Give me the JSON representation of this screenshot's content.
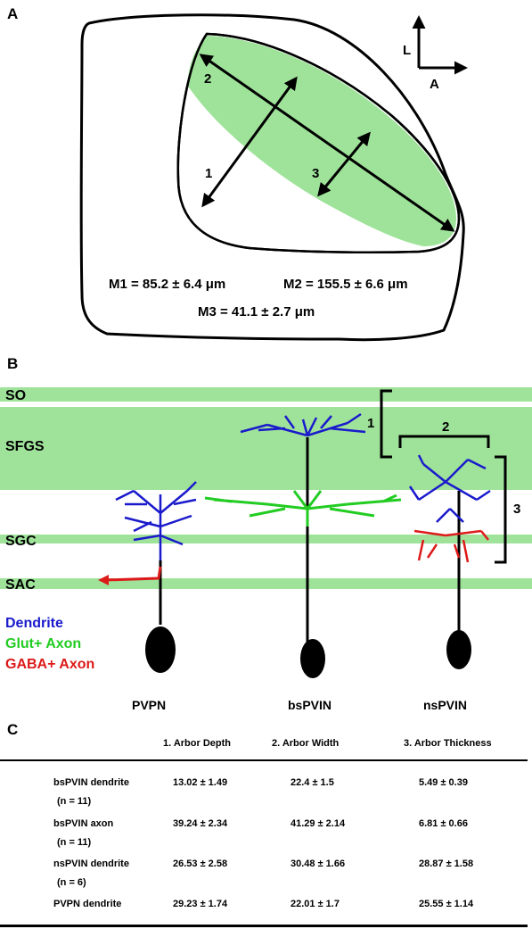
{
  "panels": {
    "a": "A",
    "b": "B",
    "c": "C"
  },
  "panel_a": {
    "orientation": {
      "lateral": "L",
      "anterior": "A"
    },
    "measure_labels": [
      "1",
      "2",
      "3"
    ],
    "m1": "M1 = 85.2 ± 6.4 μm",
    "m2": "M2 = 155.5 ± 6.6 μm",
    "m3": "M3 = 41.1 ± 2.7 μm",
    "colors": {
      "highlight": "#9fe39a",
      "outline": "#000000"
    }
  },
  "panel_b": {
    "layers": [
      "SO",
      "SFGS",
      "SGC",
      "SAC"
    ],
    "brackets": [
      "1",
      "2",
      "3"
    ],
    "legend": [
      {
        "label": "Dendrite",
        "color": "#1a1acc"
      },
      {
        "label": "Glut+ Axon",
        "color": "#22cc22"
      },
      {
        "label": "GABA+ Axon",
        "color": "#dd1a1a"
      }
    ],
    "cells": [
      "PVPN",
      "bsPVIN",
      "nsPVIN"
    ],
    "colors": {
      "layer": "#9fe39a",
      "soma": "#000000"
    }
  },
  "panel_c": {
    "columns": [
      "1. Arbor Depth",
      "2. Arbor Width",
      "3. Arbor Thickness"
    ],
    "rows": [
      {
        "name": "bsPVIN dendrite",
        "n": "(n = 11)",
        "values": [
          "13.02 ± 1.49",
          "22.4 ± 1.5",
          "5.49 ± 0.39"
        ]
      },
      {
        "name": "bsPVIN axon",
        "n": "(n = 11)",
        "values": [
          "39.24 ± 2.34",
          "41.29 ± 2.14",
          "6.81 ± 0.66"
        ]
      },
      {
        "name": "nsPVIN dendrite",
        "n": "(n = 6)",
        "values": [
          "26.53 ± 2.58",
          "30.48 ± 1.66",
          "28.87 ± 1.58"
        ]
      },
      {
        "name": "PVPN dendrite",
        "n": "",
        "values": [
          "29.23 ± 1.74",
          "22.01 ± 1.7",
          "25.55 ± 1.14"
        ]
      }
    ]
  }
}
